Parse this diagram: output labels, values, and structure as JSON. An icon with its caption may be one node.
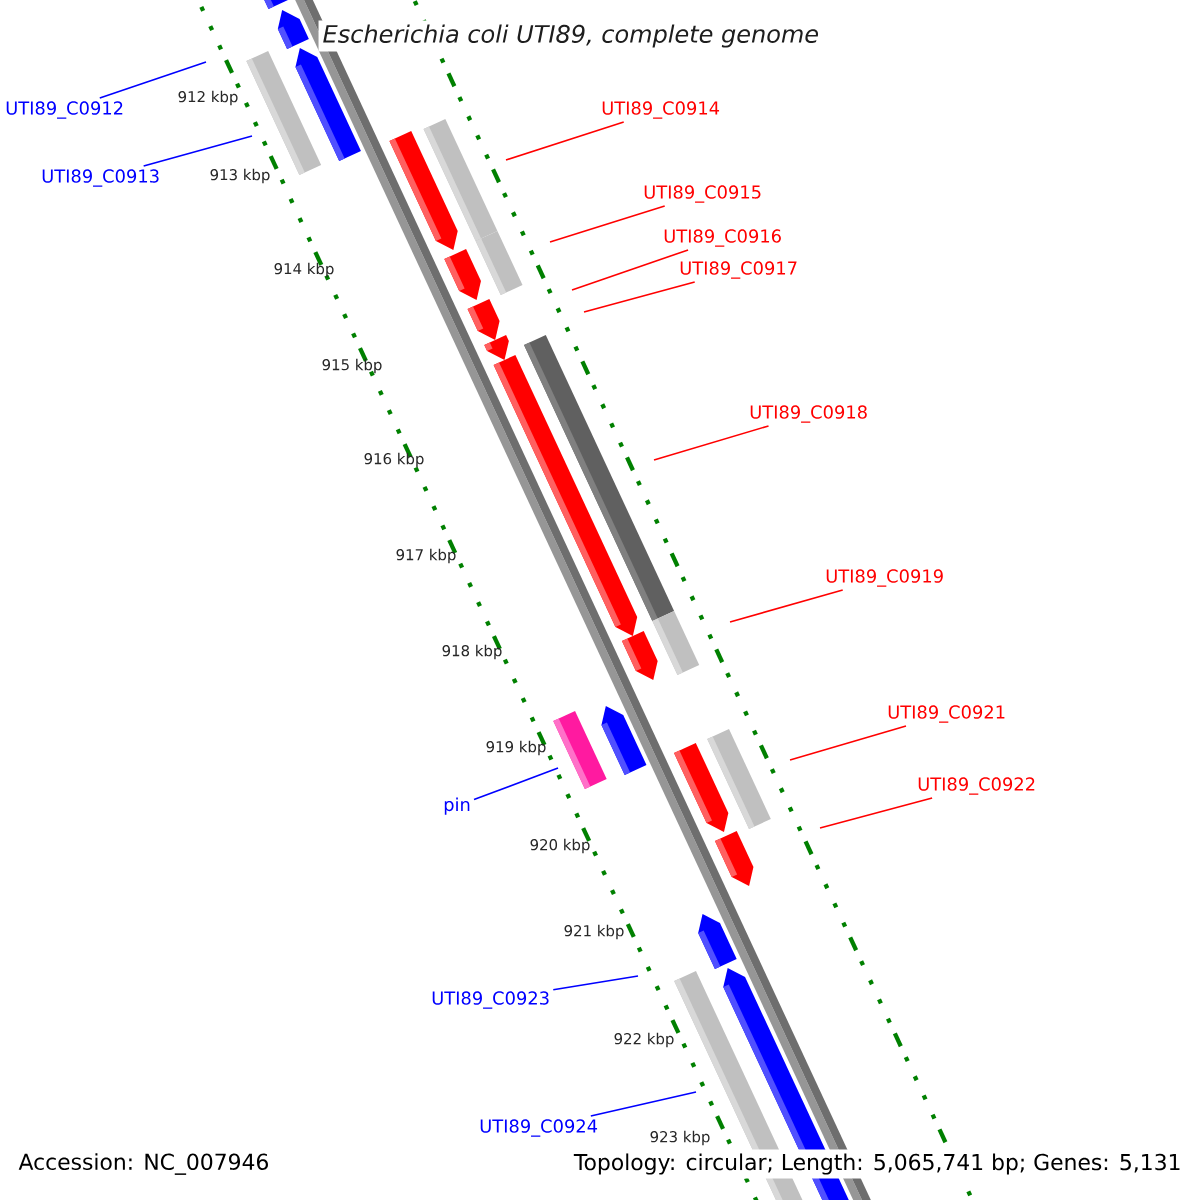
{
  "diagram": {
    "title": "Escherichia coli UTI89, complete genome",
    "nodes": [
      {
        "text": [
          "UTI89_C0912"
        ]
      },
      {
        "text": [
          "UTI89_C0914"
        ]
      },
      {
        "text": [
          "UTI89_C0913"
        ]
      },
      {
        "text": [
          "UTI89_C0915"
        ]
      },
      {
        "text": [
          "UTI89_C0916"
        ]
      },
      {
        "text": [
          "UTI89_C0917"
        ]
      },
      {
        "text": [
          "UTI89_C0918"
        ]
      },
      {
        "text": [
          "UTI89_C0919"
        ]
      },
      {
        "text": [
          "UTI89_C0921"
        ]
      },
      {
        "text": [
          "UTI89_C0922"
        ]
      },
      {
        "text": [
          "pin"
        ]
      },
      {
        "text": [
          "UTI89_C0923"
        ]
      },
      {
        "text": [
          "UTI89_C0924"
        ]
      }
    ],
    "edges": [
      {
        "from": 0,
        "to": null,
        "arrow": "none",
        "color": "#0000ff"
      },
      {
        "from": 1,
        "to": null,
        "arrow": "none"
      },
      {
        "from": 2,
        "to": null,
        "arrow": "none",
        "color": "#0000ff"
      },
      {
        "from": 3,
        "to": null,
        "arrow": "none"
      },
      {
        "from": 4,
        "to": null,
        "arrow": "none"
      },
      {
        "from": 5,
        "to": null,
        "arrow": "none"
      },
      {
        "from": 6,
        "to": null,
        "arrow": "none"
      },
      {
        "from": 7,
        "to": null,
        "arrow": "none"
      },
      {
        "from": 8,
        "to": null,
        "arrow": "none"
      },
      {
        "from": 9,
        "to": null,
        "arrow": "none"
      },
      {
        "from": 10,
        "to": null,
        "arrow": "none",
        "color": "#0000ff"
      },
      {
        "from": 11,
        "to": null,
        "arrow": "none",
        "color": "#0000ff"
      },
      {
        "from": 12,
        "to": null,
        "arrow": "none",
        "color": "#0000ff"
      }
    ],
    "labels": [
      "912 kbp",
      "913 kbp",
      "914 kbp",
      "915 kbp",
      "916 kbp",
      "917 kbp",
      "918 kbp",
      "919 kbp",
      "920 kbp",
      "921 kbp",
      "922 kbp",
      "923 kbp",
      "Accession: NC_007946",
      "Topology: circular; Length: 5,065,741 bp; Genes: 5,131"
    ]
  }
}
